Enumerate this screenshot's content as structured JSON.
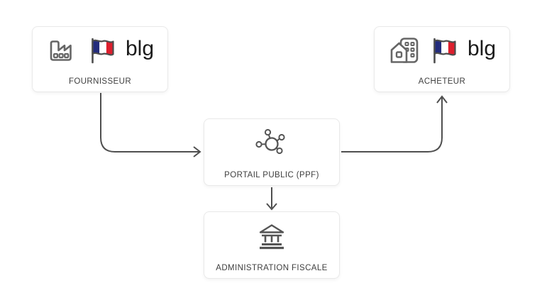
{
  "diagram": {
    "title_hidden": "",
    "nodes": {
      "fournisseur": {
        "label": "FOURNISSEUR",
        "logo_text": "blg",
        "icons": [
          "factory-icon",
          "france-flag-icon",
          "blg-logo"
        ]
      },
      "acheteur": {
        "label": "ACHETEUR",
        "logo_text": "blg",
        "icons": [
          "buildings-icon",
          "france-flag-icon",
          "blg-logo"
        ]
      },
      "portail": {
        "label": "PORTAIL PUBLIC (PPF)",
        "icons": [
          "network-hub-icon"
        ]
      },
      "administration": {
        "label": "ADMINISTRATION FISCALE",
        "icons": [
          "bank-icon"
        ]
      }
    },
    "edges": [
      {
        "from": "fournisseur",
        "to": "portail",
        "direction": "down-then-right"
      },
      {
        "from": "portail",
        "to": "acheteur",
        "direction": "right-then-up"
      },
      {
        "from": "portail",
        "to": "administration",
        "direction": "down"
      }
    ],
    "colors": {
      "background": "#ffffff",
      "box_border": "#e9e9e9",
      "label_text": "#3e3e3e",
      "logo_text": "#1b1b1b",
      "icon_gray": "#666666",
      "icon_dark_gray": "#555555",
      "arrow": "#4f4f4f",
      "flag_outline": "#4d4d4d",
      "flag_blue": "#232c7c",
      "flag_white": "#ffffff",
      "flag_red": "#dd1f2d"
    }
  }
}
